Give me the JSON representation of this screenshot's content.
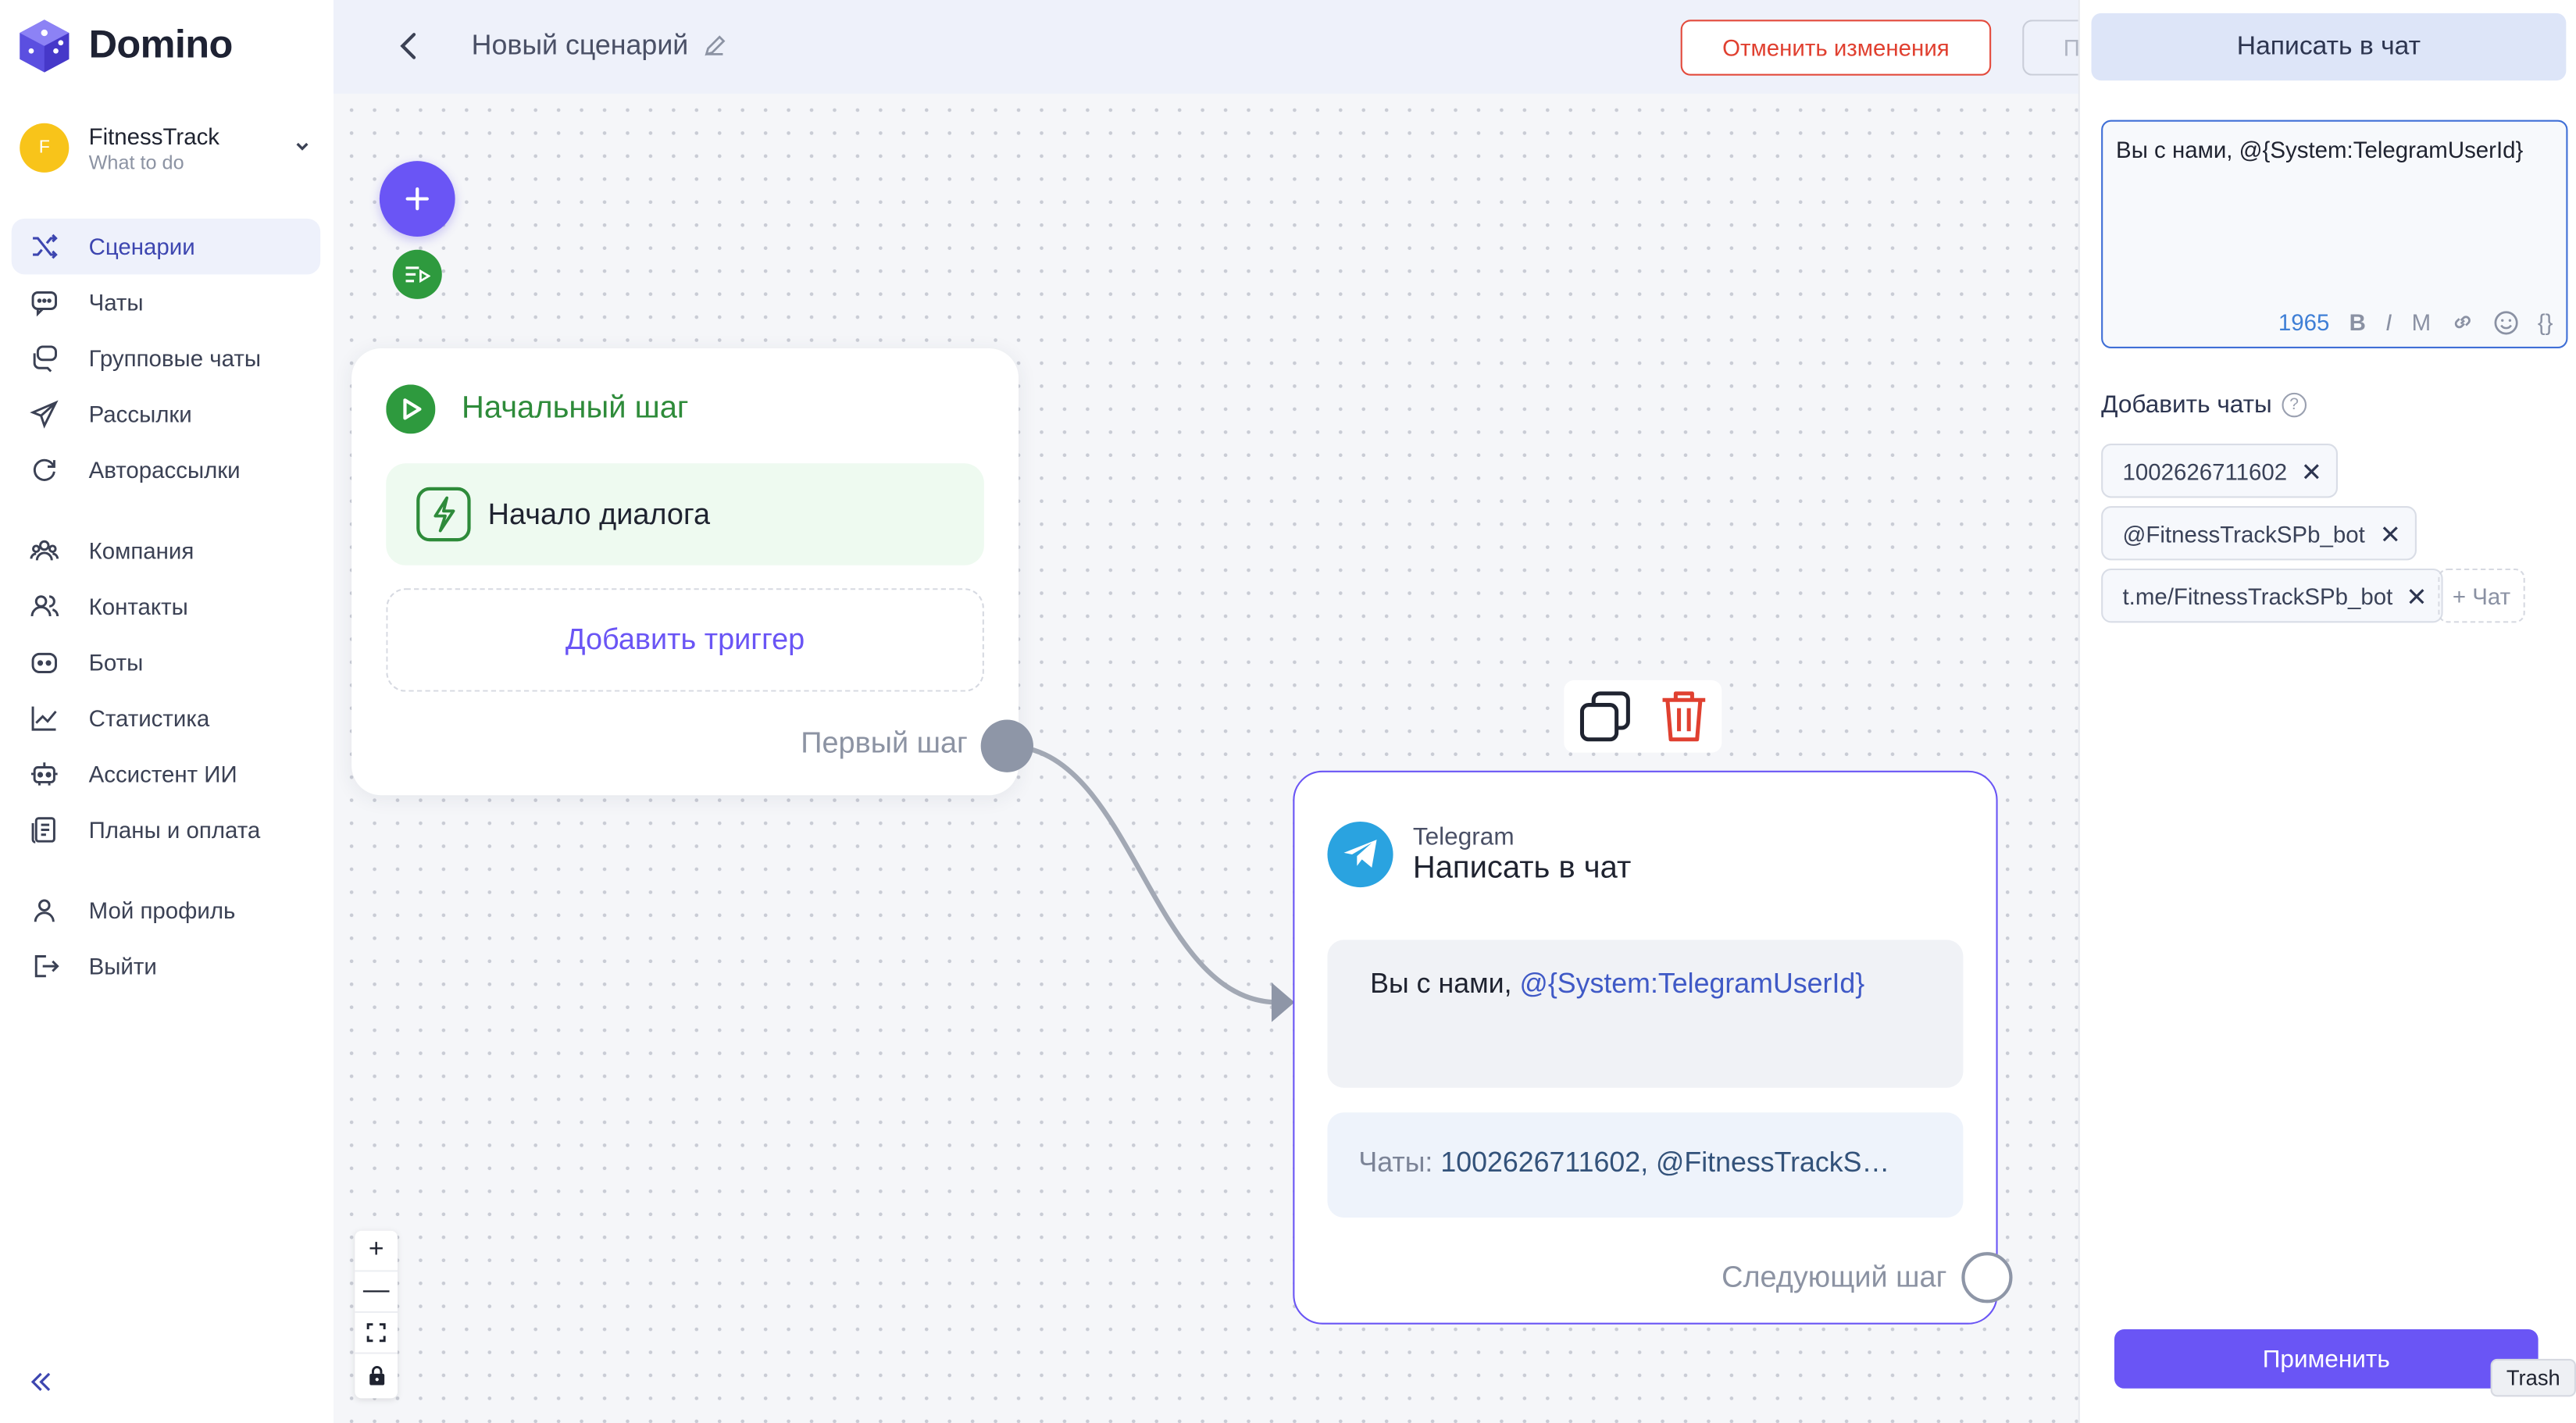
{
  "app": {
    "name": "Domino"
  },
  "company": {
    "avatar_letter": "F",
    "name": "FitnessTrack",
    "subtitle": "What to do"
  },
  "sidebar": {
    "items": [
      {
        "label": "Сценарии"
      },
      {
        "label": "Чаты"
      },
      {
        "label": "Групповые чаты"
      },
      {
        "label": "Рассылки"
      },
      {
        "label": "Авторассылки"
      },
      {
        "label": "Компания"
      },
      {
        "label": "Контакты"
      },
      {
        "label": "Боты"
      },
      {
        "label": "Статистика"
      },
      {
        "label": "Ассистент ИИ"
      },
      {
        "label": "Планы и оплата"
      },
      {
        "label": "Мой профиль"
      },
      {
        "label": "Выйти"
      }
    ]
  },
  "header": {
    "title": "Новый сценарий",
    "cancel_label": "Отменить изменения",
    "partial_label": "П"
  },
  "start_node": {
    "title": "Начальный шаг",
    "trigger_label": "Начало диалога",
    "add_trigger_label": "Добавить триггер",
    "next_label": "Первый шаг"
  },
  "telegram_node": {
    "service": "Telegram",
    "title": "Написать в чат",
    "message_text": "Вы с нами, ",
    "message_variable": "@{System:TelegramUserId}",
    "chats_prefix": "Чаты: ",
    "chats_values": "1002626711602, @FitnessTrackS…",
    "next_label": "Следующий шаг"
  },
  "zoom": {
    "in": "+",
    "out": "—"
  },
  "panel": {
    "title": "Написать в чат",
    "editor_text": "Вы с нами, @{System:TelegramUserId}",
    "char_count": "1965",
    "tool_bold": "B",
    "tool_italic": "I",
    "tool_mono": "M",
    "tool_vars": "{}",
    "add_chats_label": "Добавить чаты",
    "help": "?",
    "chips": [
      "1002626711602",
      "@FitnessTrackSPb_bot",
      "t.me/FitnessTrackSPb_bot"
    ],
    "add_chat_label": "+ Чат",
    "apply_label": "Применить",
    "tooltip": "Trash"
  },
  "colors": {
    "accent": "#6a55f5",
    "success": "#2e8b3a",
    "danger": "#e04030",
    "telegram": "#2aa3e0"
  }
}
